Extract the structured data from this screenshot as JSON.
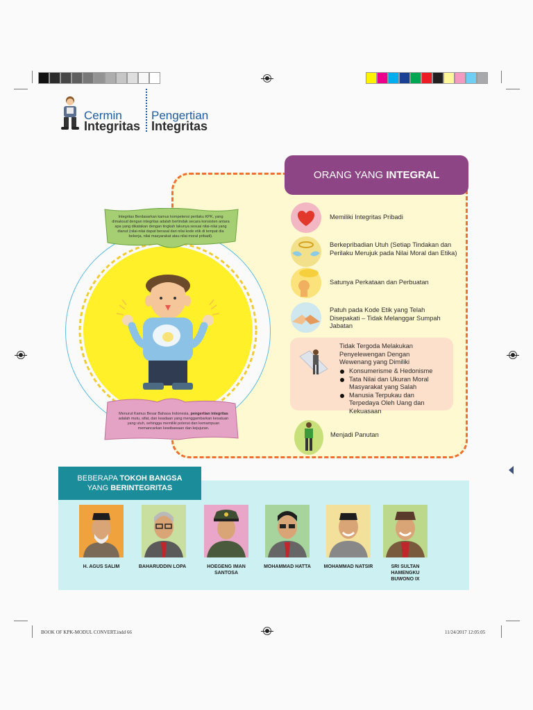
{
  "header": {
    "left_title_line1": "Cermin",
    "left_title_line2": "Integritas",
    "right_title_line1": "Pengertian",
    "right_title_line2": "Integritas"
  },
  "definitions": {
    "kpk_text": "Integritas Berdasarkan kamus kompetensi perilaku KPK, yang dimaksud dengan integritas adalah bertindak secara konsisten antara apa yang dikatakan dengan tingkah lakunya sesuai nilai-nilai yang dianut (nilai-nilai dapat berasal dari nilai kode etik di tempat dia bekerja, nilai masyarakat atau nilai moral pribadi).",
    "kbbi_prefix": "Menurut Kamus Besar Bahasa Indonesia, ",
    "kbbi_bold": "pengertian integritas",
    "kbbi_suffix": " adalah mutu, sifat, dan keadaan yang menggambarkan kesatuan yang utuh, sehingga memiliki potensi dan kemampuan memancarkan kewibawaan dan kejujuran."
  },
  "integral_panel": {
    "title_prefix": "ORANG YANG ",
    "title_bold": "INTEGRAL",
    "items": [
      {
        "text": "Memiliki Integritas Pribadi",
        "icon": "heart-icon"
      },
      {
        "text": "Berkepribadian Utuh (Setiap Tindakan dan Perilaku Merujuk pada Nilai Moral dan Etika)",
        "icon": "halo-icon"
      },
      {
        "text": "Satunya Perkataan dan Perbuatan",
        "icon": "speech-icon"
      },
      {
        "text": "Patuh pada Kode Etik yang Telah Disepakati – Tidak Melanggar Sumpah Jabatan",
        "icon": "handshake-icon"
      }
    ],
    "temptation": {
      "title": "Tidak Tergoda Melakukan Penyelewengan Dengan Wewenang yang Dimiliki",
      "bullets": [
        "Konsumerisme & Hedonisme",
        "Tata Nilai dan Ukuran Moral Masyarakat yang Salah",
        "Manusia Terpukau dan Terpedaya Oleh Uang dan Kekuasaan"
      ]
    },
    "role_model": "Menjadi Panutan"
  },
  "tokoh": {
    "title_line1_prefix": "BEBERAPA ",
    "title_line1_bold": "TOKOH BANGSA",
    "title_line2_prefix": "YANG ",
    "title_line2_bold": "BERINTEGRITAS",
    "people": [
      {
        "name": "H. AGUS SALIM",
        "bg": "#f0a23c"
      },
      {
        "name": "BAHARUDDIN LOPA",
        "bg": "#c9dfa0"
      },
      {
        "name": "HOEGENG IMAN SANTOSA",
        "bg": "#e9a6c9"
      },
      {
        "name": "MOHAMMAD HATTA",
        "bg": "#a7d39c"
      },
      {
        "name": "MOHAMMAD NATSIR",
        "bg": "#f3e09a"
      },
      {
        "name": "SRI SULTAN HAMENGKU BUWONO IX",
        "bg": "#bcd88a"
      }
    ]
  },
  "footer": {
    "file": "BOOK OF KPK-MODUL CONVERT.indd   66",
    "date": "11/24/2017   12:05:05"
  },
  "colors": {
    "purple": "#8e4585",
    "orange_dash": "#ef7030",
    "cream": "#fff9d2",
    "teal": "#1a8c9a",
    "light_cyan": "#cdf1f2",
    "green_box": "#a6cf73",
    "pink_box": "#e4a3c4",
    "sun": "#fff02a"
  }
}
